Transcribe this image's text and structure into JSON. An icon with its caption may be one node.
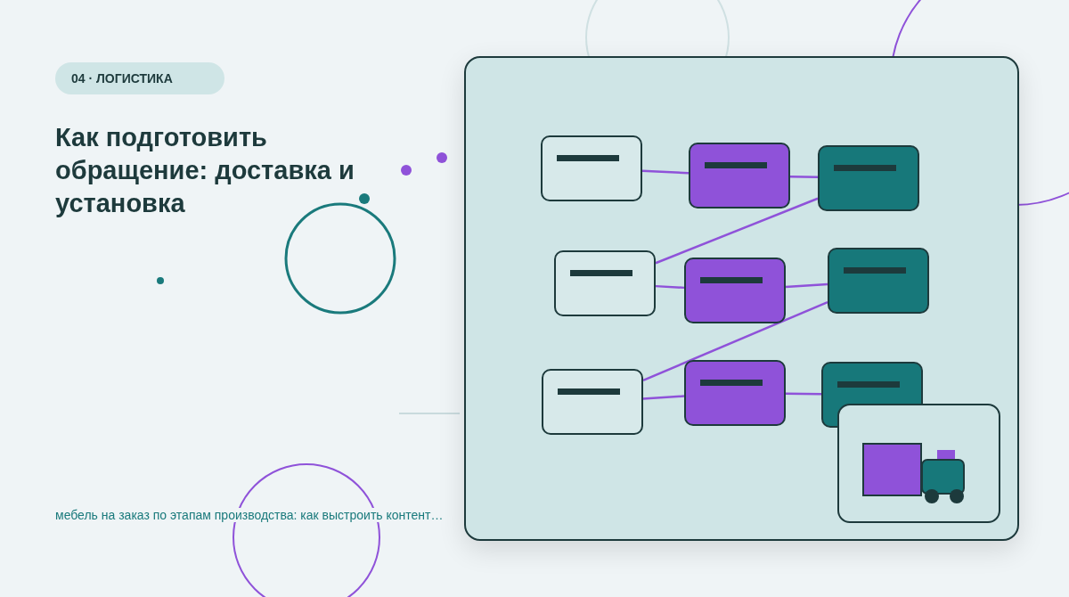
{
  "diagram": {
    "title": "Как подготовить обращение: доставка и установка",
    "nodes": [
      {
        "text": [],
        "shape": "box"
      },
      {
        "text": [],
        "shape": "box"
      },
      {
        "text": [],
        "shape": "box"
      },
      {
        "text": [],
        "shape": "box"
      },
      {
        "text": [],
        "shape": "box"
      },
      {
        "text": [],
        "shape": "box"
      },
      {
        "text": [],
        "shape": "box"
      },
      {
        "text": [],
        "shape": "box"
      },
      {
        "text": [],
        "shape": "box"
      }
    ],
    "edges": [
      {
        "from": 0,
        "to": 1,
        "arrow": "none"
      },
      {
        "from": 1,
        "to": 2,
        "arrow": "none"
      },
      {
        "from": 2,
        "to": 3,
        "arrow": "none"
      },
      {
        "from": 3,
        "to": 4,
        "arrow": "none"
      },
      {
        "from": 4,
        "to": 5,
        "arrow": "none"
      },
      {
        "from": 5,
        "to": 6,
        "arrow": "none"
      },
      {
        "from": 6,
        "to": 7,
        "arrow": "none"
      },
      {
        "from": 7,
        "to": 8,
        "arrow": "none"
      }
    ],
    "labels": [
      "04 · ЛОГИСТИКА",
      "мебель на заказ по этапам производства: как выстроить контент…"
    ]
  }
}
